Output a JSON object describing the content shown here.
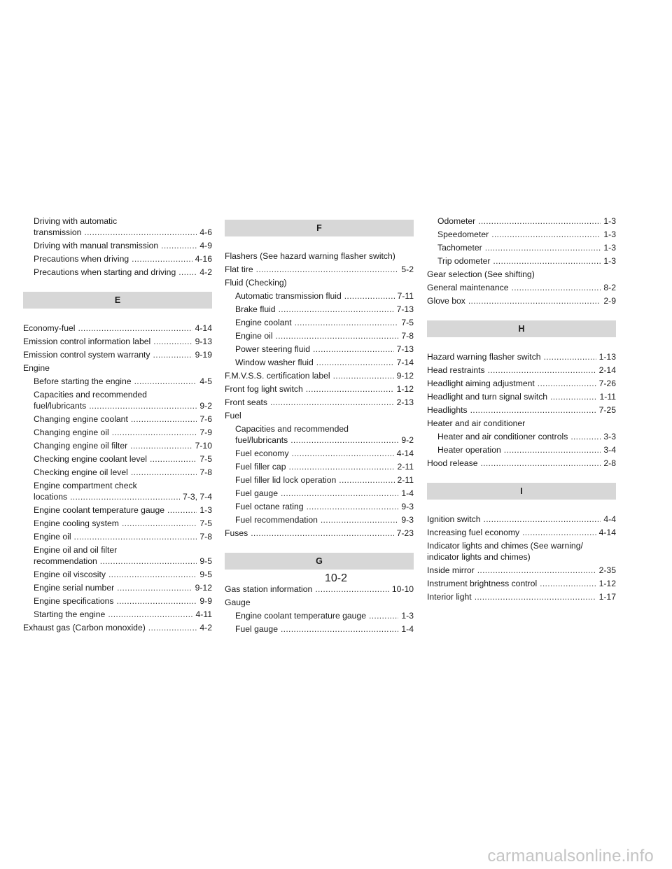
{
  "columns": [
    [
      {
        "kind": "entry",
        "level": 1,
        "lines": [
          "Driving with automatic"
        ],
        "text": "transmission",
        "page": "4-6"
      },
      {
        "kind": "entry",
        "level": 1,
        "text": "Driving with manual transmission",
        "page": "4-9"
      },
      {
        "kind": "entry",
        "level": 1,
        "text": "Precautions when driving",
        "page": "4-16"
      },
      {
        "kind": "entry",
        "level": 1,
        "text": "Precautions when starting and driving",
        "page": "4-2"
      },
      {
        "kind": "header",
        "letter": "E"
      },
      {
        "kind": "entry",
        "level": 0,
        "text": "Economy-fuel",
        "page": "4-14"
      },
      {
        "kind": "entry",
        "level": 0,
        "text": "Emission control information label",
        "page": "9-13"
      },
      {
        "kind": "entry",
        "level": 0,
        "text": "Emission control system warranty",
        "page": "9-19"
      },
      {
        "kind": "entry",
        "level": 0,
        "text": "Engine"
      },
      {
        "kind": "entry",
        "level": 1,
        "text": "Before starting the engine",
        "page": "4-5"
      },
      {
        "kind": "entry",
        "level": 1,
        "lines": [
          "Capacities and recommended"
        ],
        "text": "fuel/lubricants",
        "page": "9-2"
      },
      {
        "kind": "entry",
        "level": 1,
        "text": "Changing engine coolant",
        "page": "7-6"
      },
      {
        "kind": "entry",
        "level": 1,
        "text": "Changing engine oil",
        "page": "7-9"
      },
      {
        "kind": "entry",
        "level": 1,
        "text": "Changing engine oil filter",
        "page": "7-10"
      },
      {
        "kind": "entry",
        "level": 1,
        "text": "Checking engine coolant level",
        "page": "7-5"
      },
      {
        "kind": "entry",
        "level": 1,
        "text": "Checking engine oil level",
        "page": "7-8"
      },
      {
        "kind": "entry",
        "level": 1,
        "lines": [
          "Engine compartment check"
        ],
        "text": "locations",
        "page": "7-3, 7-4"
      },
      {
        "kind": "entry",
        "level": 1,
        "text": "Engine coolant temperature gauge",
        "page": "1-3"
      },
      {
        "kind": "entry",
        "level": 1,
        "text": "Engine cooling system",
        "page": "7-5"
      },
      {
        "kind": "entry",
        "level": 1,
        "text": "Engine oil",
        "page": "7-8"
      },
      {
        "kind": "entry",
        "level": 1,
        "lines": [
          "Engine oil and oil filter"
        ],
        "text": "recommendation",
        "page": "9-5"
      },
      {
        "kind": "entry",
        "level": 1,
        "text": "Engine oil viscosity",
        "page": "9-5"
      },
      {
        "kind": "entry",
        "level": 1,
        "text": "Engine serial number",
        "page": "9-12"
      },
      {
        "kind": "entry",
        "level": 1,
        "text": "Engine specifications",
        "page": "9-9"
      },
      {
        "kind": "entry",
        "level": 1,
        "text": "Starting the engine",
        "page": "4-11"
      },
      {
        "kind": "entry",
        "level": 0,
        "text": "Exhaust gas (Carbon monoxide)",
        "page": "4-2"
      }
    ],
    [
      {
        "kind": "header",
        "letter": "F",
        "first": true
      },
      {
        "kind": "entry",
        "level": 0,
        "text": "Flashers (See hazard warning flasher switch)"
      },
      {
        "kind": "entry",
        "level": 0,
        "text": "Flat tire",
        "page": "5-2"
      },
      {
        "kind": "entry",
        "level": 0,
        "text": "Fluid (Checking)"
      },
      {
        "kind": "entry",
        "level": 1,
        "text": "Automatic transmission fluid",
        "page": "7-11"
      },
      {
        "kind": "entry",
        "level": 1,
        "text": "Brake fluid",
        "page": "7-13"
      },
      {
        "kind": "entry",
        "level": 1,
        "text": "Engine coolant",
        "page": "7-5"
      },
      {
        "kind": "entry",
        "level": 1,
        "text": "Engine oil",
        "page": "7-8"
      },
      {
        "kind": "entry",
        "level": 1,
        "text": "Power steering fluid",
        "page": "7-13"
      },
      {
        "kind": "entry",
        "level": 1,
        "text": "Window washer fluid",
        "page": "7-14"
      },
      {
        "kind": "entry",
        "level": 0,
        "text": "F.M.V.S.S. certification label",
        "page": "9-12"
      },
      {
        "kind": "entry",
        "level": 0,
        "text": "Front fog light switch",
        "page": "1-12"
      },
      {
        "kind": "entry",
        "level": 0,
        "text": "Front seats",
        "page": "2-13"
      },
      {
        "kind": "entry",
        "level": 0,
        "text": "Fuel"
      },
      {
        "kind": "entry",
        "level": 1,
        "lines": [
          "Capacities and recommended"
        ],
        "text": "fuel/lubricants",
        "page": "9-2"
      },
      {
        "kind": "entry",
        "level": 1,
        "text": "Fuel economy",
        "page": "4-14"
      },
      {
        "kind": "entry",
        "level": 1,
        "text": "Fuel filler cap",
        "page": "2-11"
      },
      {
        "kind": "entry",
        "level": 1,
        "text": "Fuel filler lid lock operation",
        "page": "2-11"
      },
      {
        "kind": "entry",
        "level": 1,
        "text": "Fuel gauge",
        "page": "1-4"
      },
      {
        "kind": "entry",
        "level": 1,
        "text": "Fuel octane rating",
        "page": "9-3"
      },
      {
        "kind": "entry",
        "level": 1,
        "text": "Fuel recommendation",
        "page": "9-3"
      },
      {
        "kind": "entry",
        "level": 0,
        "text": "Fuses",
        "page": "7-23"
      },
      {
        "kind": "header",
        "letter": "G"
      },
      {
        "kind": "entry",
        "level": 0,
        "text": "Gas station information",
        "page": "10-10"
      },
      {
        "kind": "entry",
        "level": 0,
        "text": "Gauge"
      },
      {
        "kind": "entry",
        "level": 1,
        "text": "Engine coolant temperature gauge",
        "page": "1-3"
      },
      {
        "kind": "entry",
        "level": 1,
        "text": "Fuel gauge",
        "page": "1-4"
      }
    ],
    [
      {
        "kind": "entry",
        "level": 1,
        "text": "Odometer",
        "page": "1-3"
      },
      {
        "kind": "entry",
        "level": 1,
        "text": "Speedometer",
        "page": "1-3"
      },
      {
        "kind": "entry",
        "level": 1,
        "text": "Tachometer",
        "page": "1-3"
      },
      {
        "kind": "entry",
        "level": 1,
        "text": "Trip odometer",
        "page": "1-3"
      },
      {
        "kind": "entry",
        "level": 0,
        "text": "Gear selection (See shifting)"
      },
      {
        "kind": "entry",
        "level": 0,
        "text": "General maintenance",
        "page": "8-2"
      },
      {
        "kind": "entry",
        "level": 0,
        "text": "Glove box",
        "page": "2-9"
      },
      {
        "kind": "header",
        "letter": "H"
      },
      {
        "kind": "entry",
        "level": 0,
        "text": "Hazard warning flasher switch",
        "page": "1-13"
      },
      {
        "kind": "entry",
        "level": 0,
        "text": "Head restraints",
        "page": "2-14"
      },
      {
        "kind": "entry",
        "level": 0,
        "text": "Headlight aiming adjustment",
        "page": "7-26"
      },
      {
        "kind": "entry",
        "level": 0,
        "text": "Headlight and turn signal switch",
        "page": "1-11"
      },
      {
        "kind": "entry",
        "level": 0,
        "text": "Headlights",
        "page": "7-25"
      },
      {
        "kind": "entry",
        "level": 0,
        "text": "Heater and air conditioner"
      },
      {
        "kind": "entry",
        "level": 1,
        "text": "Heater and air conditioner controls",
        "page": "3-3"
      },
      {
        "kind": "entry",
        "level": 1,
        "text": "Heater operation",
        "page": "3-4"
      },
      {
        "kind": "entry",
        "level": 0,
        "text": "Hood release",
        "page": "2-8"
      },
      {
        "kind": "header",
        "letter": "I"
      },
      {
        "kind": "entry",
        "level": 0,
        "text": "Ignition switch",
        "page": "4-4"
      },
      {
        "kind": "entry",
        "level": 0,
        "text": "Increasing fuel economy",
        "page": "4-14"
      },
      {
        "kind": "entry",
        "level": 0,
        "lines": [
          "Indicator lights and chimes (See warning/",
          "indicator lights and chimes)"
        ]
      },
      {
        "kind": "entry",
        "level": 0,
        "text": "Inside mirror",
        "page": "2-35"
      },
      {
        "kind": "entry",
        "level": 0,
        "text": "Instrument brightness control",
        "page": "1-12"
      },
      {
        "kind": "entry",
        "level": 0,
        "text": "Interior light",
        "page": "1-17"
      }
    ]
  ],
  "page_number": "10-2",
  "watermark": "carmanualsonline.info"
}
